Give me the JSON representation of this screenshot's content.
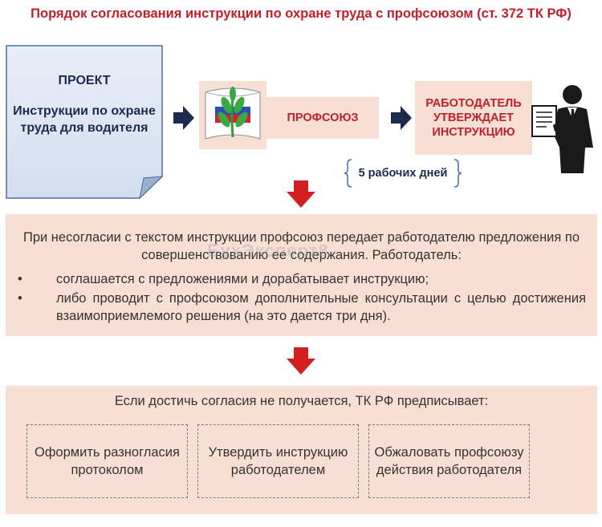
{
  "title": "Порядок согласования инструкции по охране труда с профсоюзом (ст. 372 ТК РФ)",
  "project": {
    "heading": "ПРОЕКТ",
    "body": "Инструкции по охране труда для водителя"
  },
  "union": {
    "label": "ПРОФСОЮЗ"
  },
  "employer": {
    "label": "РАБОТОДАТЕЛЬ УТВЕРЖДАЕТ ИНСТРУКЦИЮ"
  },
  "deadline": {
    "label": "5 рабочих дней"
  },
  "disagreement": {
    "intro": "При несогласии с текстом инструкции профсоюз передает работодателю предложения по совершенствованию ее содержания. Работодатель:",
    "items": [
      "соглашается с предложениями и дорабатывает инструкцию;",
      "либо проводит с профсоюзом дополнительные консультации с целью достижения взаимоприемлемого решения (на это дается три дня)."
    ],
    "bullet": "•"
  },
  "no_agreement": {
    "intro": "Если достичь согласия не получается, ТК РФ предписывает:",
    "options": [
      "Оформить разногласия протоколом",
      "Утвердить инструкцию работодателем",
      "Обжаловать профсоюзу действия работодателя"
    ]
  },
  "watermark": "БухЭксперт8",
  "icons": {
    "arrow_right": "arrow-right-icon",
    "arrow_down": "arrow-down-icon",
    "union_logo": "union-logo-icon",
    "employer": "businessman-icon"
  },
  "colors": {
    "title_red": "#c0202b",
    "navy": "#1b2b4d",
    "panel_pink": "#f7dfd3",
    "arrow_red": "#d01f1f",
    "doc_fill": "#dfe8f4"
  }
}
